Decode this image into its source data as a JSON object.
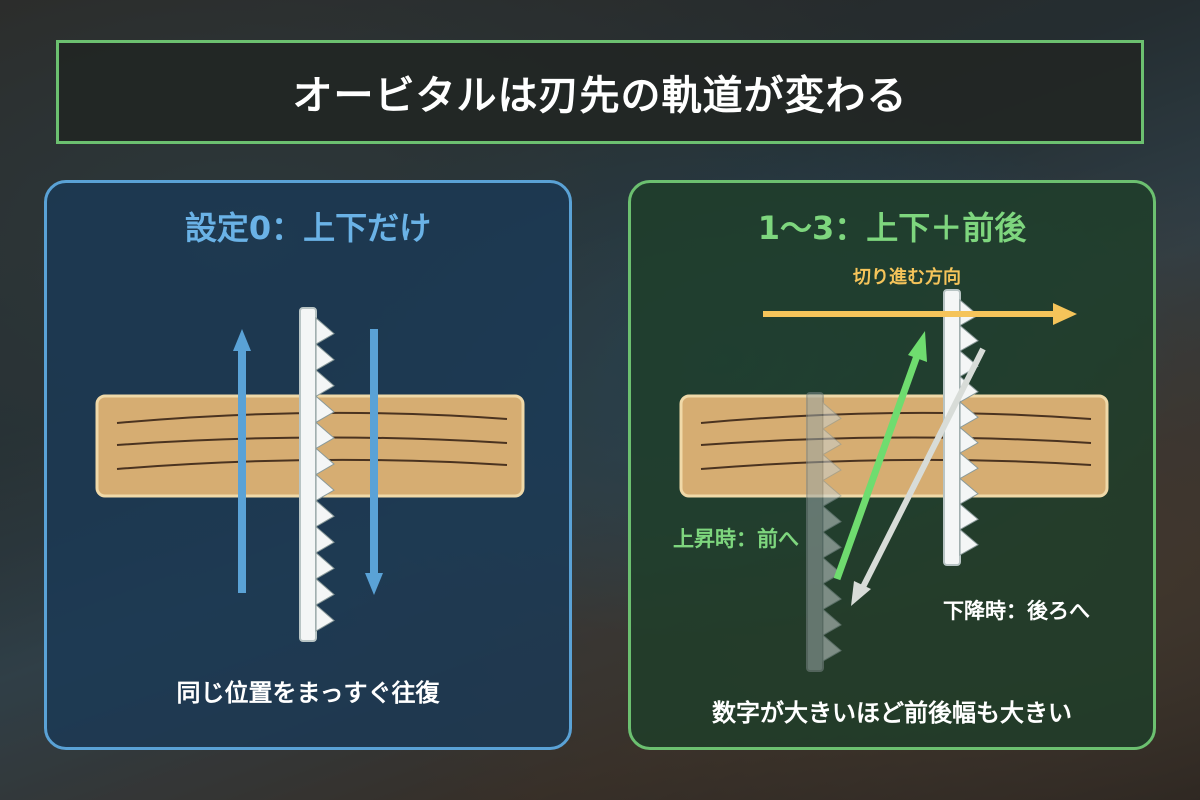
{
  "title": "オービタルは刃先の軌道が変わる",
  "left_panel": {
    "heading": "設定0：上下だけ",
    "caption": "同じ位置をまっすぐ往復",
    "color": "#5aa2d6"
  },
  "right_panel": {
    "heading": "1〜3：上下＋前後",
    "direction_label": "切り進む方向",
    "up_label": "上昇時：前へ",
    "down_label": "下降時：後ろへ",
    "caption": "数字が大きいほど前後幅も大きい",
    "color": "#6cc070"
  },
  "colors": {
    "wood": "#d6ad72",
    "arrow_blue": "#5aa2d6",
    "arrow_green": "#6fdc6f",
    "arrow_white": "#d8dcd8",
    "arrow_yellow": "#f5c45a"
  }
}
